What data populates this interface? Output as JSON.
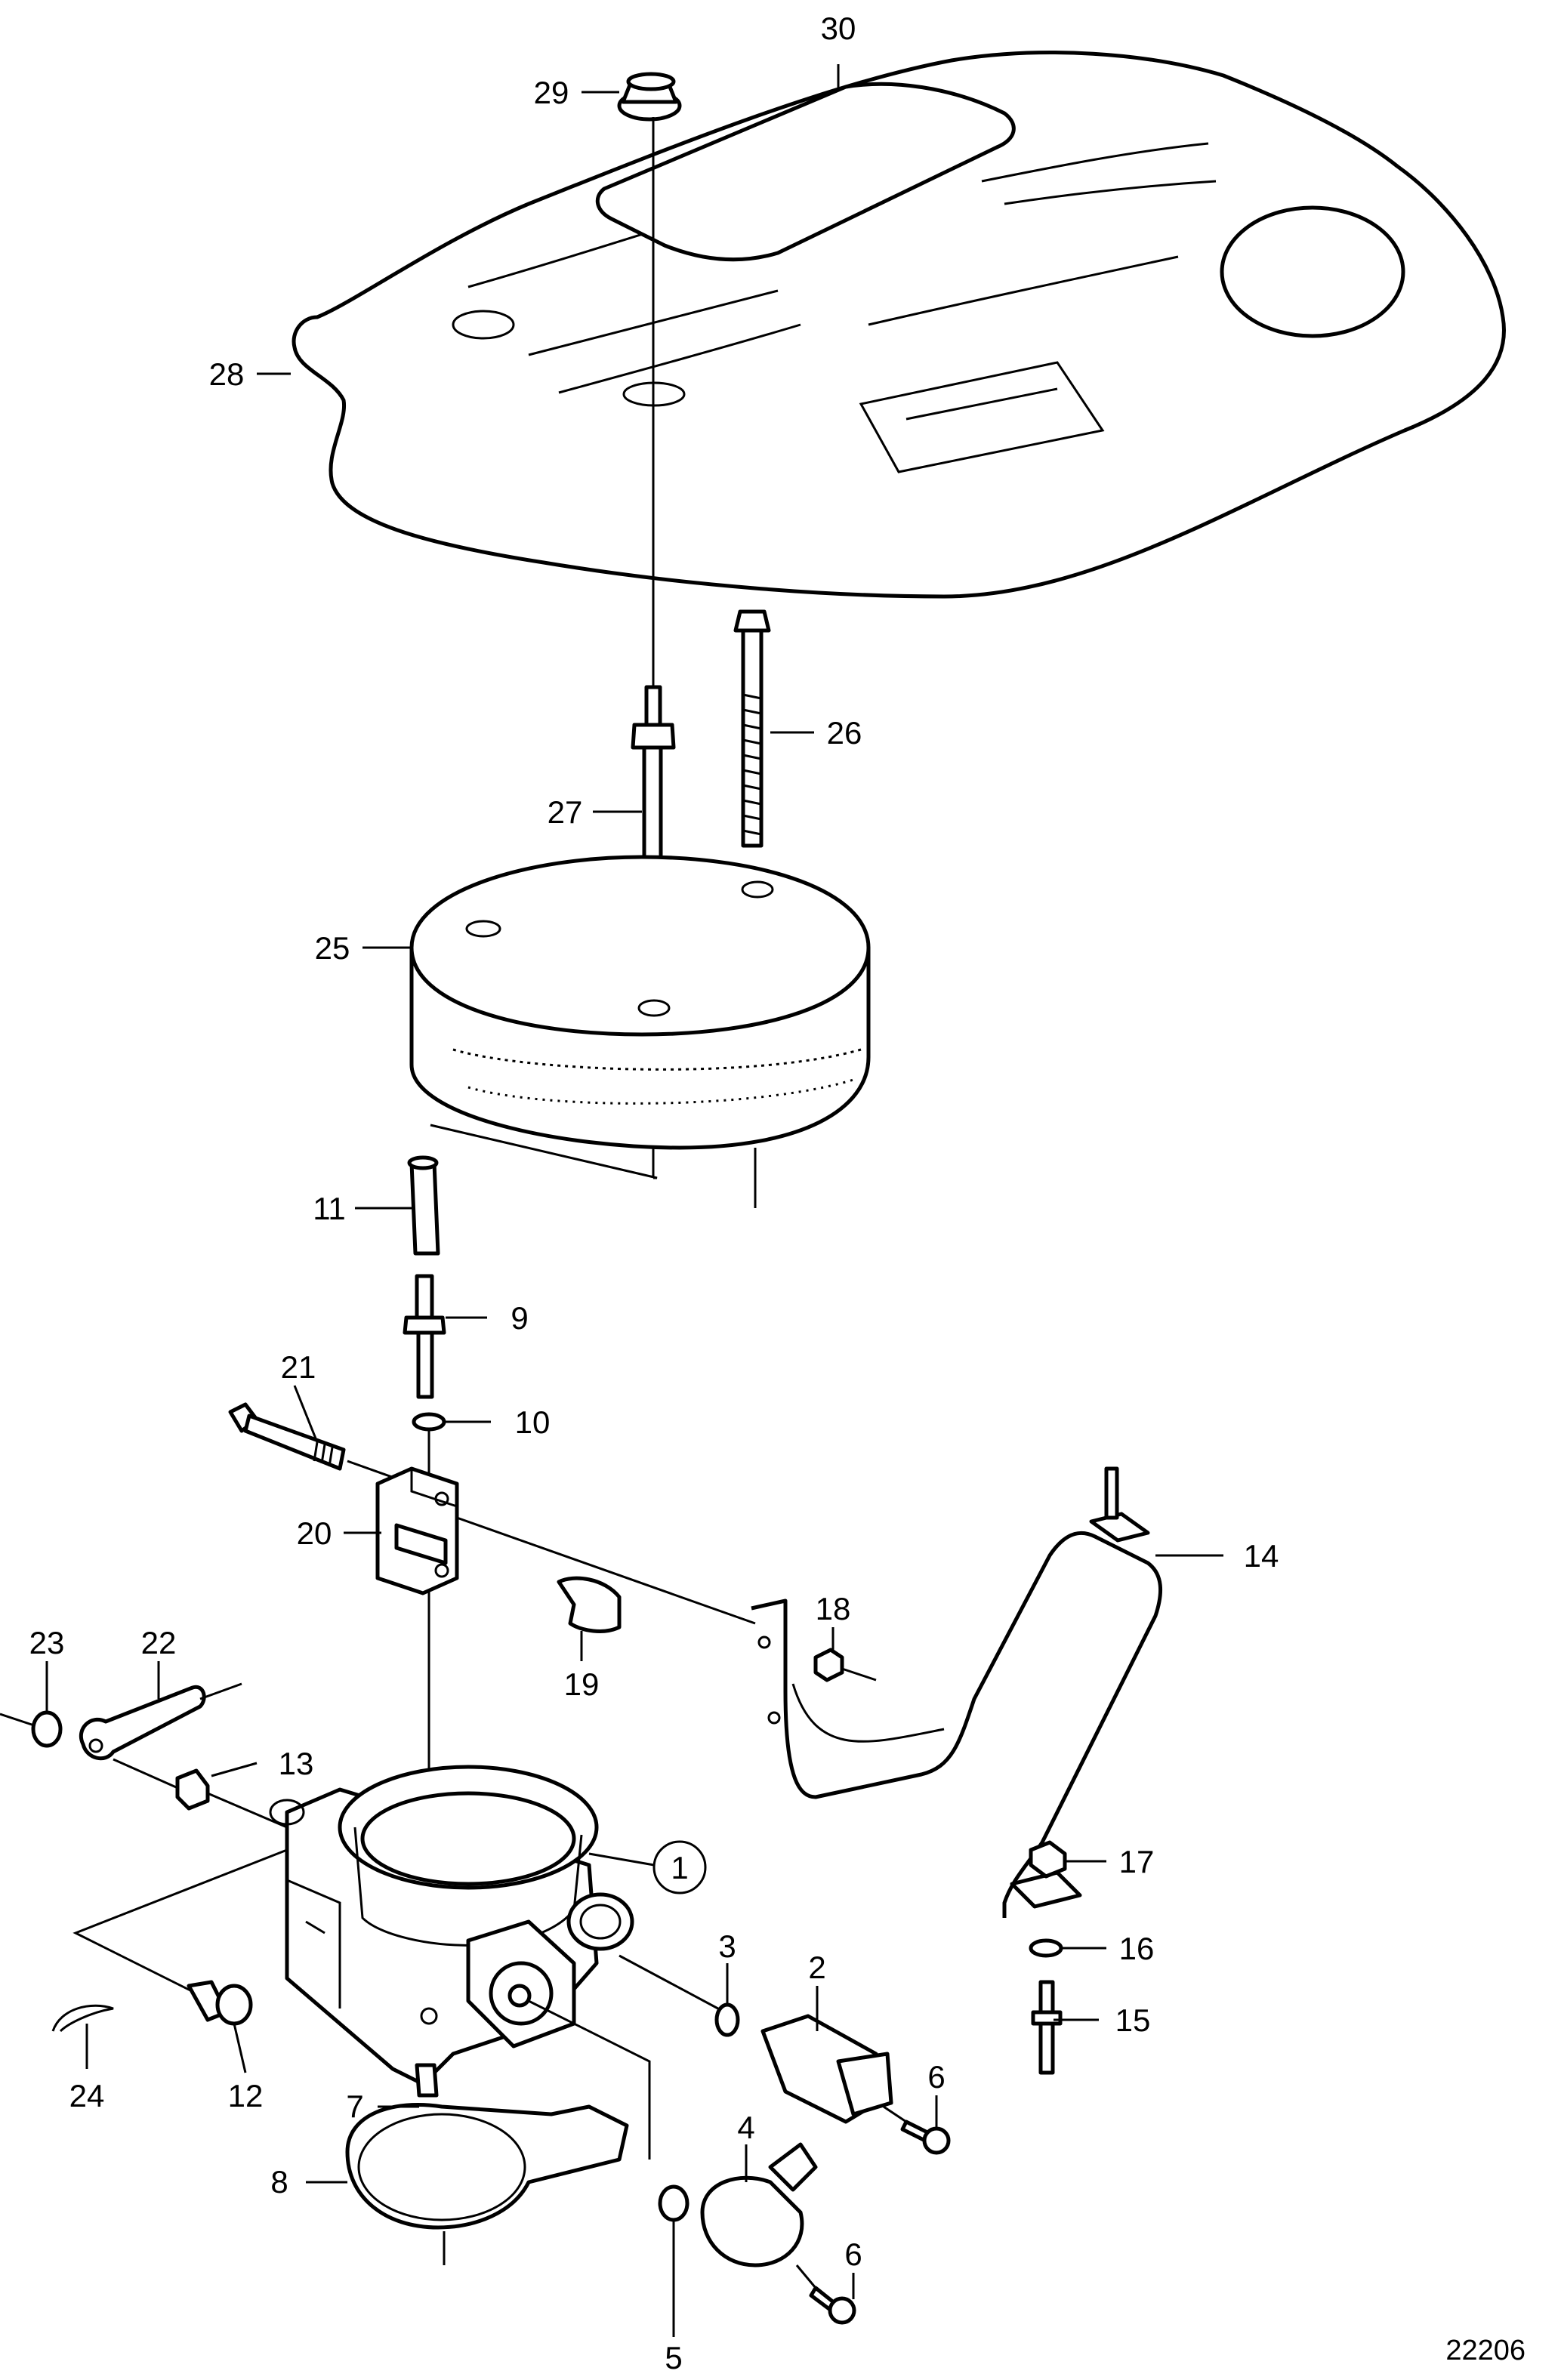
{
  "document_number": "22206",
  "callouts": [
    {
      "id": "c1",
      "number": "1",
      "circled": true
    },
    {
      "id": "c2",
      "number": "2"
    },
    {
      "id": "c3",
      "number": "3"
    },
    {
      "id": "c4",
      "number": "4"
    },
    {
      "id": "c5",
      "number": "5"
    },
    {
      "id": "c6a",
      "number": "6"
    },
    {
      "id": "c6b",
      "number": "6"
    },
    {
      "id": "c7",
      "number": "7"
    },
    {
      "id": "c8",
      "number": "8"
    },
    {
      "id": "c9",
      "number": "9"
    },
    {
      "id": "c10",
      "number": "10"
    },
    {
      "id": "c11",
      "number": "11"
    },
    {
      "id": "c12",
      "number": "12"
    },
    {
      "id": "c13",
      "number": "13"
    },
    {
      "id": "c14",
      "number": "14"
    },
    {
      "id": "c15",
      "number": "15"
    },
    {
      "id": "c16",
      "number": "16"
    },
    {
      "id": "c17",
      "number": "17"
    },
    {
      "id": "c18",
      "number": "18"
    },
    {
      "id": "c19",
      "number": "19"
    },
    {
      "id": "c20",
      "number": "20"
    },
    {
      "id": "c21",
      "number": "21"
    },
    {
      "id": "c22",
      "number": "22"
    },
    {
      "id": "c23",
      "number": "23"
    },
    {
      "id": "c24",
      "number": "24"
    },
    {
      "id": "c25",
      "number": "25"
    },
    {
      "id": "c26",
      "number": "26"
    },
    {
      "id": "c27",
      "number": "27"
    },
    {
      "id": "c28",
      "number": "28"
    },
    {
      "id": "c29",
      "number": "29"
    },
    {
      "id": "c30",
      "number": "30"
    }
  ]
}
